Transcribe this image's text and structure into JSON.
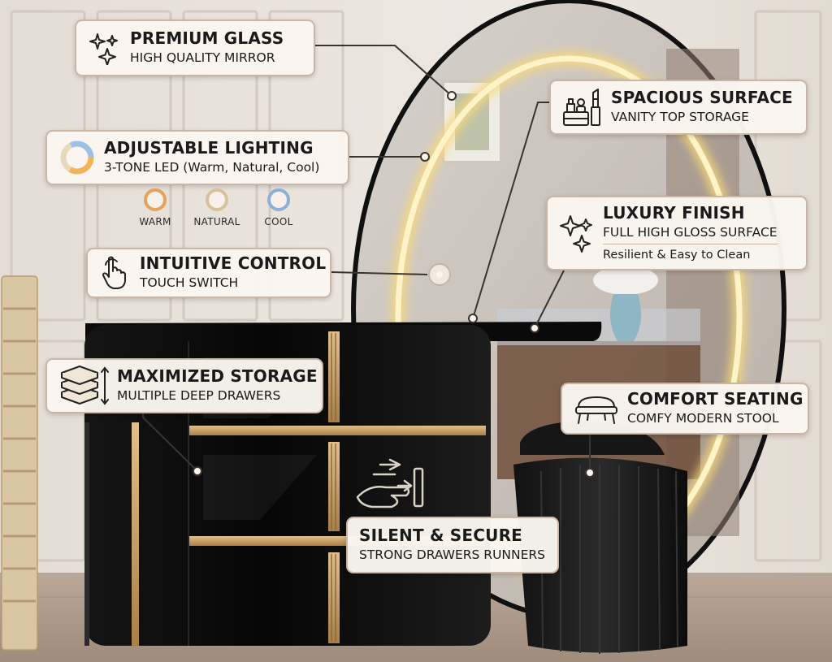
{
  "callouts": {
    "premium_glass": {
      "title": "PREMIUM GLASS",
      "subtitle": "HIGH QUALITY MIRROR",
      "icon": "sparkle-icon"
    },
    "adjustable_lighting": {
      "title": "ADJUSTABLE LIGHTING",
      "subtitle": "3-TONE LED (Warm, Natural, Cool)",
      "icon": "color-ring-icon"
    },
    "intuitive_control": {
      "title": "INTUITIVE CONTROL",
      "subtitle": "TOUCH SWITCH",
      "icon": "touch-hand-icon"
    },
    "maximized_storage": {
      "title": "MAXIMIZED STORAGE",
      "subtitle": "MULTIPLE DEEP DRAWERS",
      "icon": "stacked-layers-icon"
    },
    "spacious_surface": {
      "title": "SPACIOUS SURFACE",
      "subtitle": "VANITY TOP STORAGE",
      "icon": "cosmetics-icon"
    },
    "luxury_finish": {
      "title": "LUXURY FINISH",
      "subtitle": "FULL HIGH GLOSS SURFACE",
      "extra": "Resilient & Easy to Clean",
      "icon": "sparkle-icon"
    },
    "comfort_seating": {
      "title": "COMFORT SEATING",
      "subtitle": "COMFY MODERN STOOL",
      "icon": "stool-icon"
    },
    "silent_secure": {
      "title": "SILENT & SECURE",
      "subtitle": "STRONG DRAWERS RUNNERS",
      "icon": "drawer-push-hand-icon"
    }
  },
  "tones": [
    {
      "label": "WARM",
      "color": "#e3a35b"
    },
    {
      "label": "NATURAL",
      "color": "#d9c29a"
    },
    {
      "label": "COOL",
      "color": "#8fb0d6"
    }
  ],
  "colors": {
    "accent_gold": "#c79a5a",
    "cabinet_black": "#0d0d0d",
    "led_glow": "#fbe7a4",
    "card_border": "#c9b6a4"
  }
}
